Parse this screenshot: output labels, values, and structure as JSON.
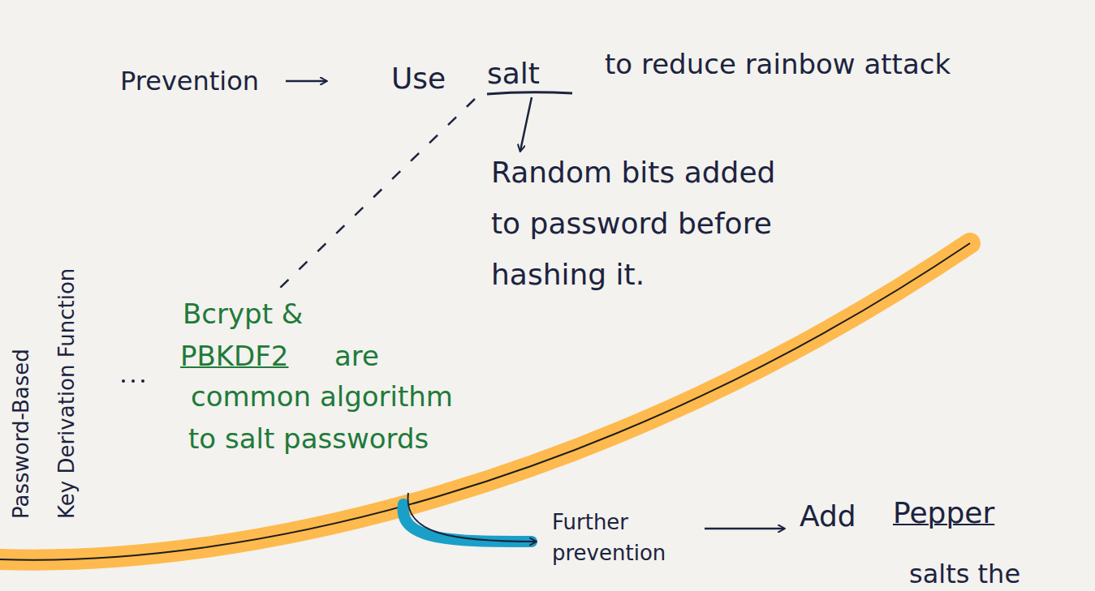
{
  "diagram": {
    "labels": [
      "Prevention",
      "Use",
      "salt",
      "to reduce rainbow attack",
      "Random bits added",
      "to password before",
      "hashing it.",
      "Password-Based",
      "Key Derivation Function",
      "Bcrypt &",
      "PBKDF2",
      "are",
      "common algorithm",
      "to salt passwords",
      "Further",
      "prevention",
      "Add",
      "Pepper",
      "salts the"
    ]
  }
}
